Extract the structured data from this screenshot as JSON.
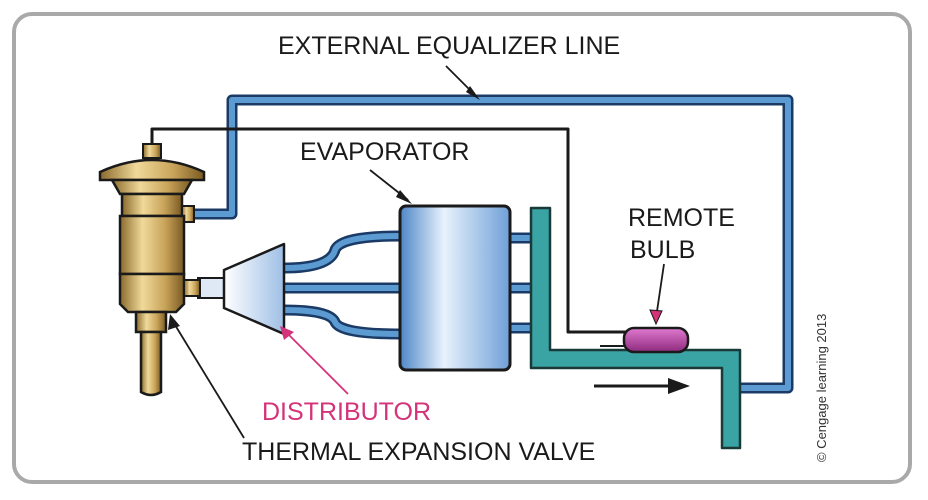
{
  "labels": {
    "external_equalizer_line": "EXTERNAL EQUALIZER LINE",
    "evaporator": "EVAPORATOR",
    "remote_bulb_line1": "REMOTE",
    "remote_bulb_line2": "BULB",
    "distributor": "DISTRIBUTOR",
    "thermal_expansion_valve": "THERMAL EXPANSION VALVE"
  },
  "credit": "© Cengage learning 2013",
  "colors": {
    "equalizer_line": "#4f8fc4",
    "suction_line": "#3aa3a3",
    "remote_bulb": "#b13a9c",
    "distributor": "#c4d8f0",
    "distributor_label": "#d4337a",
    "valve_brass": "#c9a45a",
    "evaporator": "#bcd6f2",
    "frame_border": "#a9a9a9"
  },
  "icons": {
    "flow_arrow": "right-arrow"
  }
}
